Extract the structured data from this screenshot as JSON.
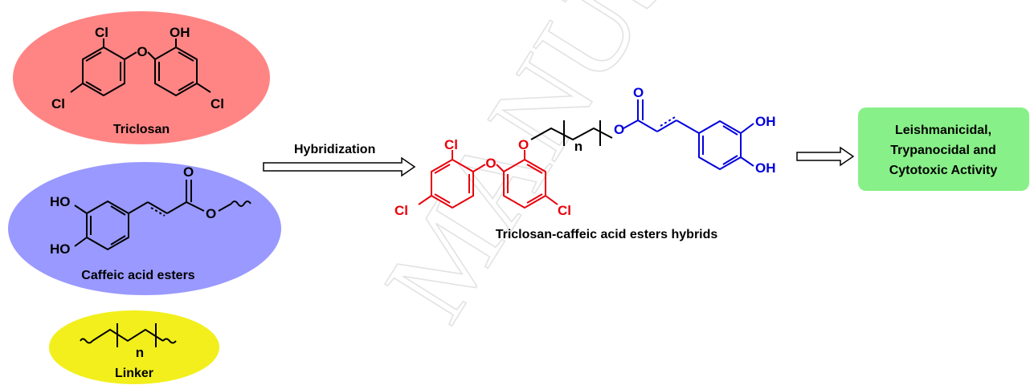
{
  "watermark": "MANUSCRIPT",
  "components": {
    "triclosan": {
      "caption": "Triclosan",
      "fill": "#ff8585"
    },
    "caffeic": {
      "caption": "Caffeic acid esters",
      "fill": "#9999ff"
    },
    "linker": {
      "caption": "Linker",
      "fill": "#f2ef1c"
    }
  },
  "process_label": "Hybridization",
  "product_caption": "Triclosan-caffeic acid esters hybrids",
  "outcome": {
    "lines": [
      "Leishmanicidal,",
      "Trypanocidal and",
      "Cytotoxic Activity"
    ],
    "fill": "#88f088"
  },
  "atoms": {
    "cl": "Cl",
    "oh": "OH",
    "ho": "HO",
    "o": "O",
    "n": "n"
  },
  "colors": {
    "triclosan_part": "#e8000b",
    "caffeic_part": "#0000dd",
    "bond": "#000000"
  }
}
